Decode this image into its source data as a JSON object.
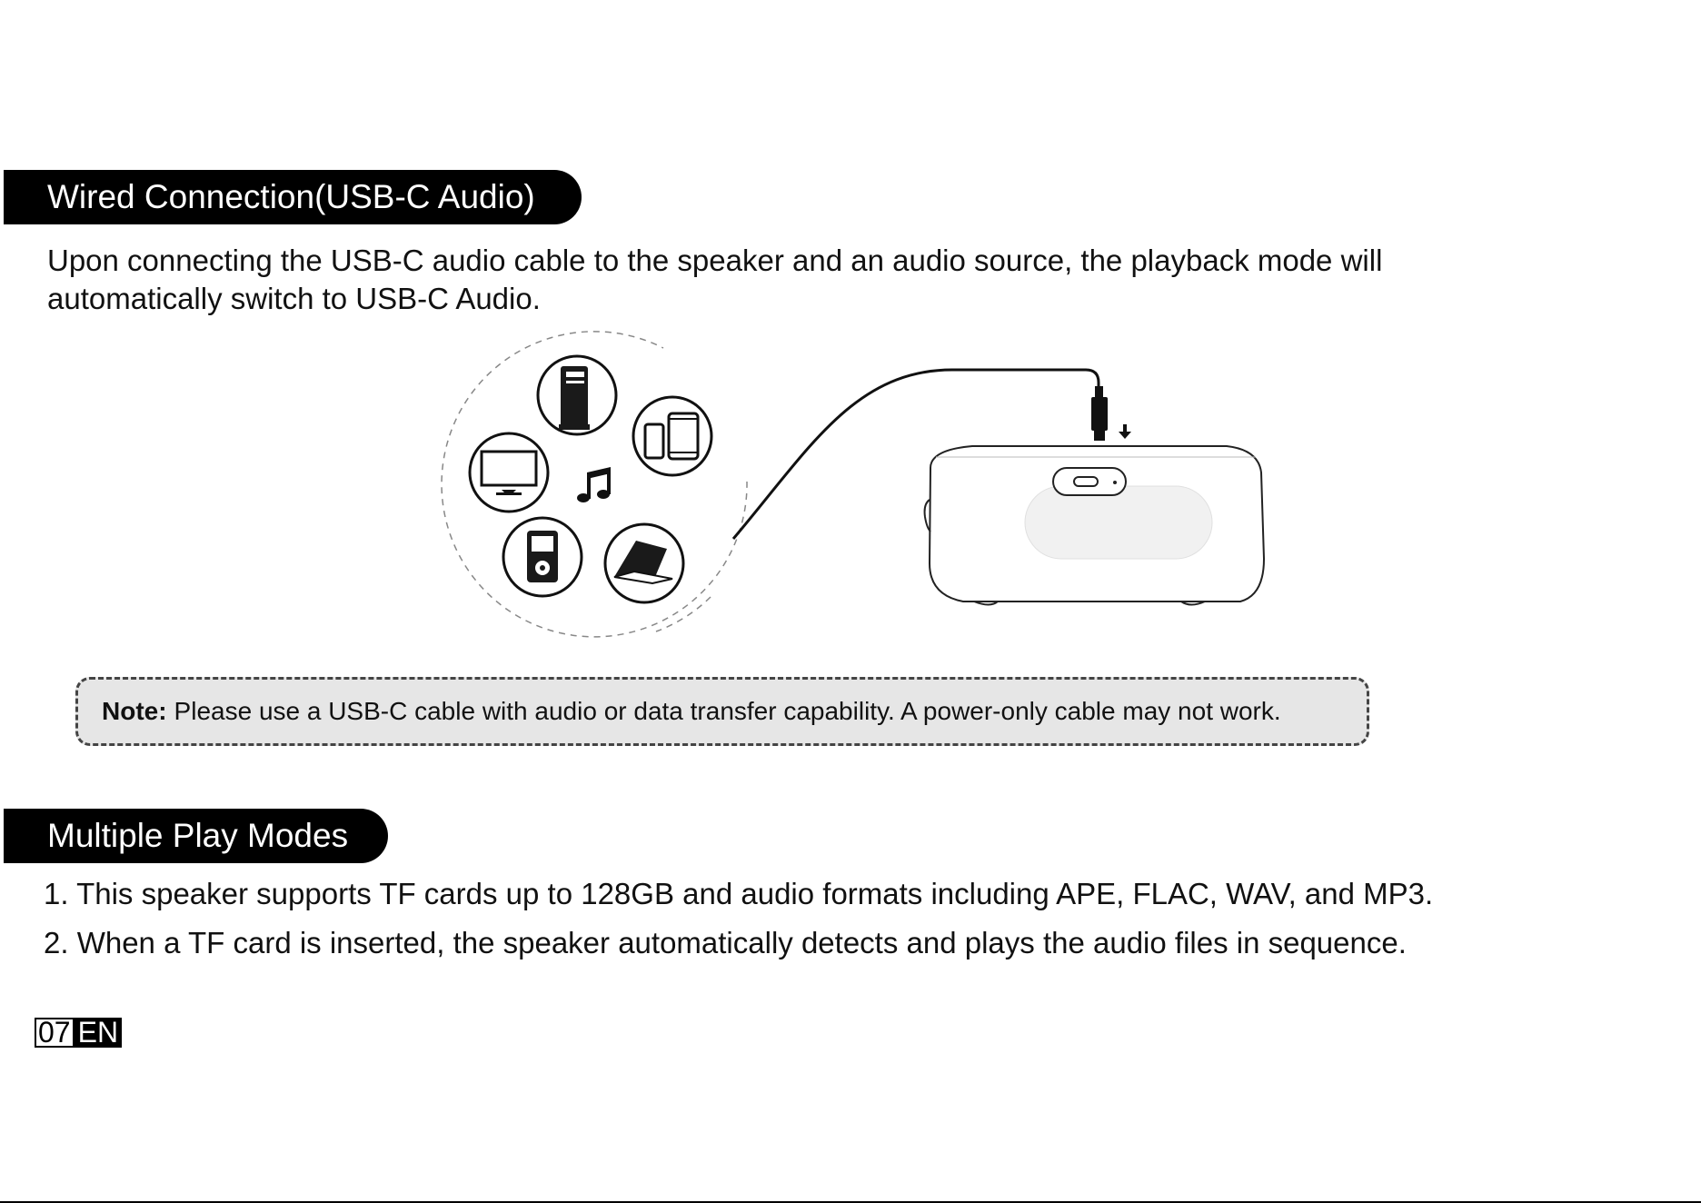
{
  "sections": {
    "wired": {
      "title": "Wired Connection(USB-C Audio)",
      "intro_line_1": "Upon connecting the USB-C audio cable to the speaker and an audio source, the playback mode will",
      "intro_line_2": "automatically switch to USB-C Audio."
    },
    "note": {
      "label": "Note:",
      "text": "Please use a USB-C cable with audio or data transfer capability. A power-only cable may not work."
    },
    "modes": {
      "title": "Multiple Play Modes",
      "items": [
        "1. This speaker supports TF cards up to 128GB and audio formats including APE, FLAC, WAV, and MP3.",
        "2. When a TF card is inserted, the speaker automatically detects and plays the audio files in sequence."
      ]
    }
  },
  "illustration": {
    "source_icons": [
      "desktop-tower-icon",
      "phone-tablet-icon",
      "tv-icon",
      "music-note-icon",
      "mp3-player-icon",
      "laptop-icon"
    ],
    "cable": "usb-c-cable",
    "device": "speaker"
  },
  "footer": {
    "page_number": "07",
    "language": "EN"
  },
  "colors": {
    "tab_background": "#000000",
    "tab_text": "#ffffff",
    "note_background": "#e6e6e6"
  }
}
